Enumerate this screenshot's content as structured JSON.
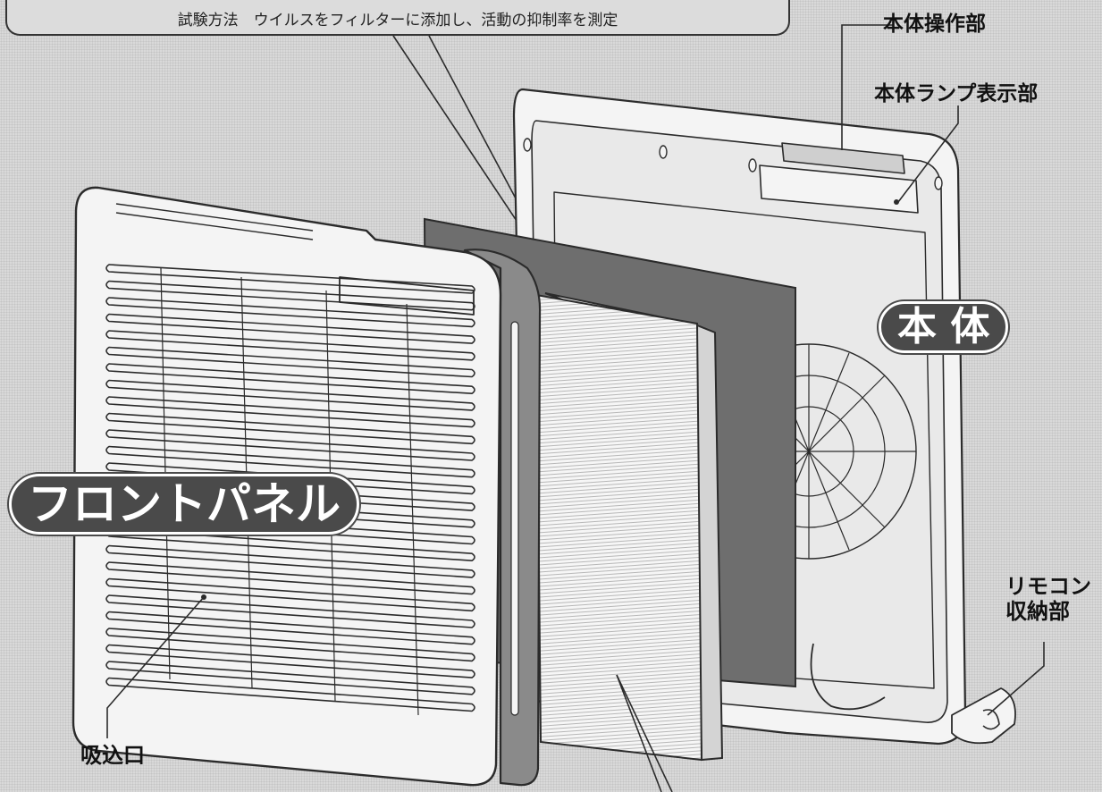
{
  "callouts": {
    "test_method": "試験方法　ウイルスをフィルターに添加し、活動の抑制率を測定"
  },
  "labels": {
    "body_control": "本体操作部",
    "body_lamp_display": "本体ランプ表示部",
    "remote_storage": "リモコン\n収納部",
    "intake": "吸込口"
  },
  "badges": {
    "main_body": "本 体",
    "front_panel": "フロントパネル"
  },
  "colors": {
    "ink": "#2b2b2b",
    "panel_fill": "#f4f4f4",
    "dark_filter": "#6e6e6e",
    "badge": "#4a4a4a"
  }
}
